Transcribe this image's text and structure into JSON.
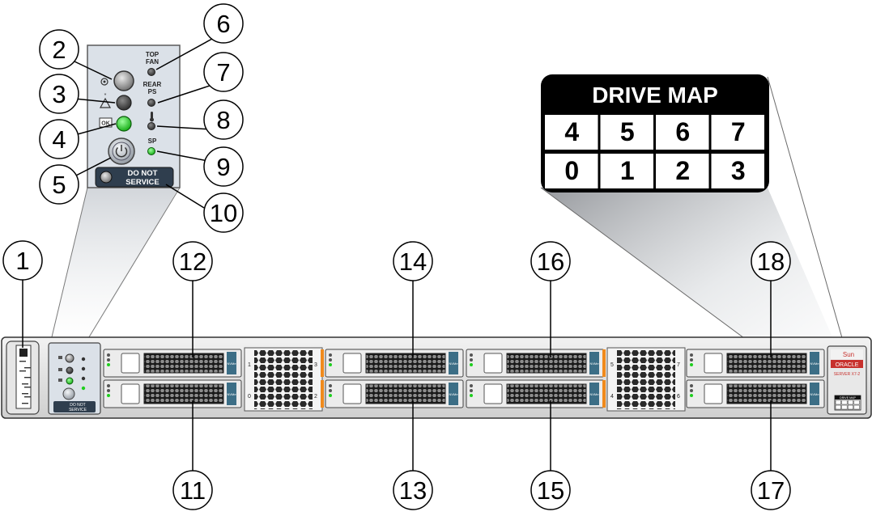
{
  "callouts": [
    "1",
    "2",
    "3",
    "4",
    "5",
    "6",
    "7",
    "8",
    "9",
    "10",
    "11",
    "12",
    "13",
    "14",
    "15",
    "16",
    "17",
    "18"
  ],
  "zoom_panel": {
    "top_fan": [
      "TOP",
      "FAN"
    ],
    "rear_ps": [
      "REAR",
      "PS"
    ],
    "sp": "SP",
    "ok": "OK",
    "do_not_service": [
      "DO NOT",
      "SERVICE"
    ]
  },
  "drive_map": {
    "title": "DRIVE MAP",
    "top_row": [
      "4",
      "5",
      "6",
      "7"
    ],
    "bottom_row": [
      "0",
      "1",
      "2",
      "3"
    ]
  },
  "chassis": {
    "fan_labels_left": [
      "1",
      "3",
      "0",
      "2"
    ],
    "fan_labels_right": [
      "5",
      "7",
      "4",
      "6"
    ],
    "drive_bay_tag": "NVMe",
    "small_do_not_service": [
      "DO NOT",
      "SERVICE"
    ],
    "badge": {
      "brand1": "Sun",
      "brand2": "ORACLE",
      "model": "SERVER X7-2"
    },
    "mini_drive_map_title": "DRIVE MAP"
  },
  "colors": {
    "callout_stroke": "#000000",
    "ok_led": "#1fcf1f",
    "sp_led": "#2bd12b",
    "orange_tab": "#f08a1c",
    "teal_tab": "#3c6e86",
    "badge_red": "#c7312d",
    "panel_bg": "#dbe1e8"
  }
}
